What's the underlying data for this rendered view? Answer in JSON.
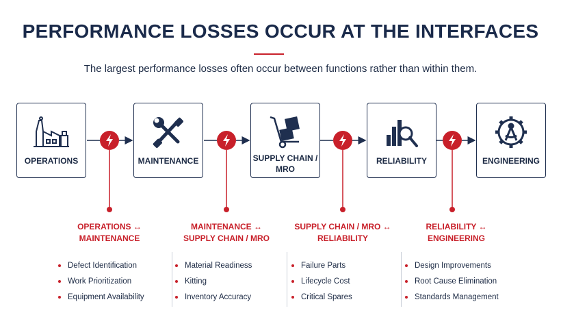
{
  "title": "PERFORMANCE LOSSES OCCUR AT THE INTERFACES",
  "subtitle": "The largest performance losses often occur between functions rather than within them.",
  "colors": {
    "accent": "#c8202a",
    "navy": "#1f2f4f"
  },
  "functions": [
    {
      "label": "OPERATIONS",
      "icon": "factory-icon"
    },
    {
      "label": "MAINTENANCE",
      "icon": "wrench-screwdriver-icon"
    },
    {
      "label": "SUPPLY CHAIN / MRO",
      "icon": "hand-truck-icon"
    },
    {
      "label": "RELIABILITY",
      "icon": "bar-chart-magnifier-icon"
    },
    {
      "label": "ENGINEERING",
      "icon": "gear-compass-icon"
    }
  ],
  "interfaces": [
    {
      "heading": "OPERATIONS ↔ MAINTENANCE",
      "items": [
        "Defect Identification",
        "Work Prioritization",
        "Equipment Availability"
      ]
    },
    {
      "heading": "MAINTENANCE ↔ SUPPLY CHAIN / MRO",
      "items": [
        "Material Readiness",
        "Kitting",
        "Inventory Accuracy"
      ]
    },
    {
      "heading": "SUPPLY CHAIN / MRO ↔ RELIABILITY",
      "items": [
        "Failure Parts",
        "Lifecycle Cost",
        "Critical Spares"
      ]
    },
    {
      "heading": "RELIABILITY ↔ ENGINEERING",
      "items": [
        "Design Improvements",
        "Root Cause Elimination",
        "Standards Management"
      ]
    }
  ]
}
